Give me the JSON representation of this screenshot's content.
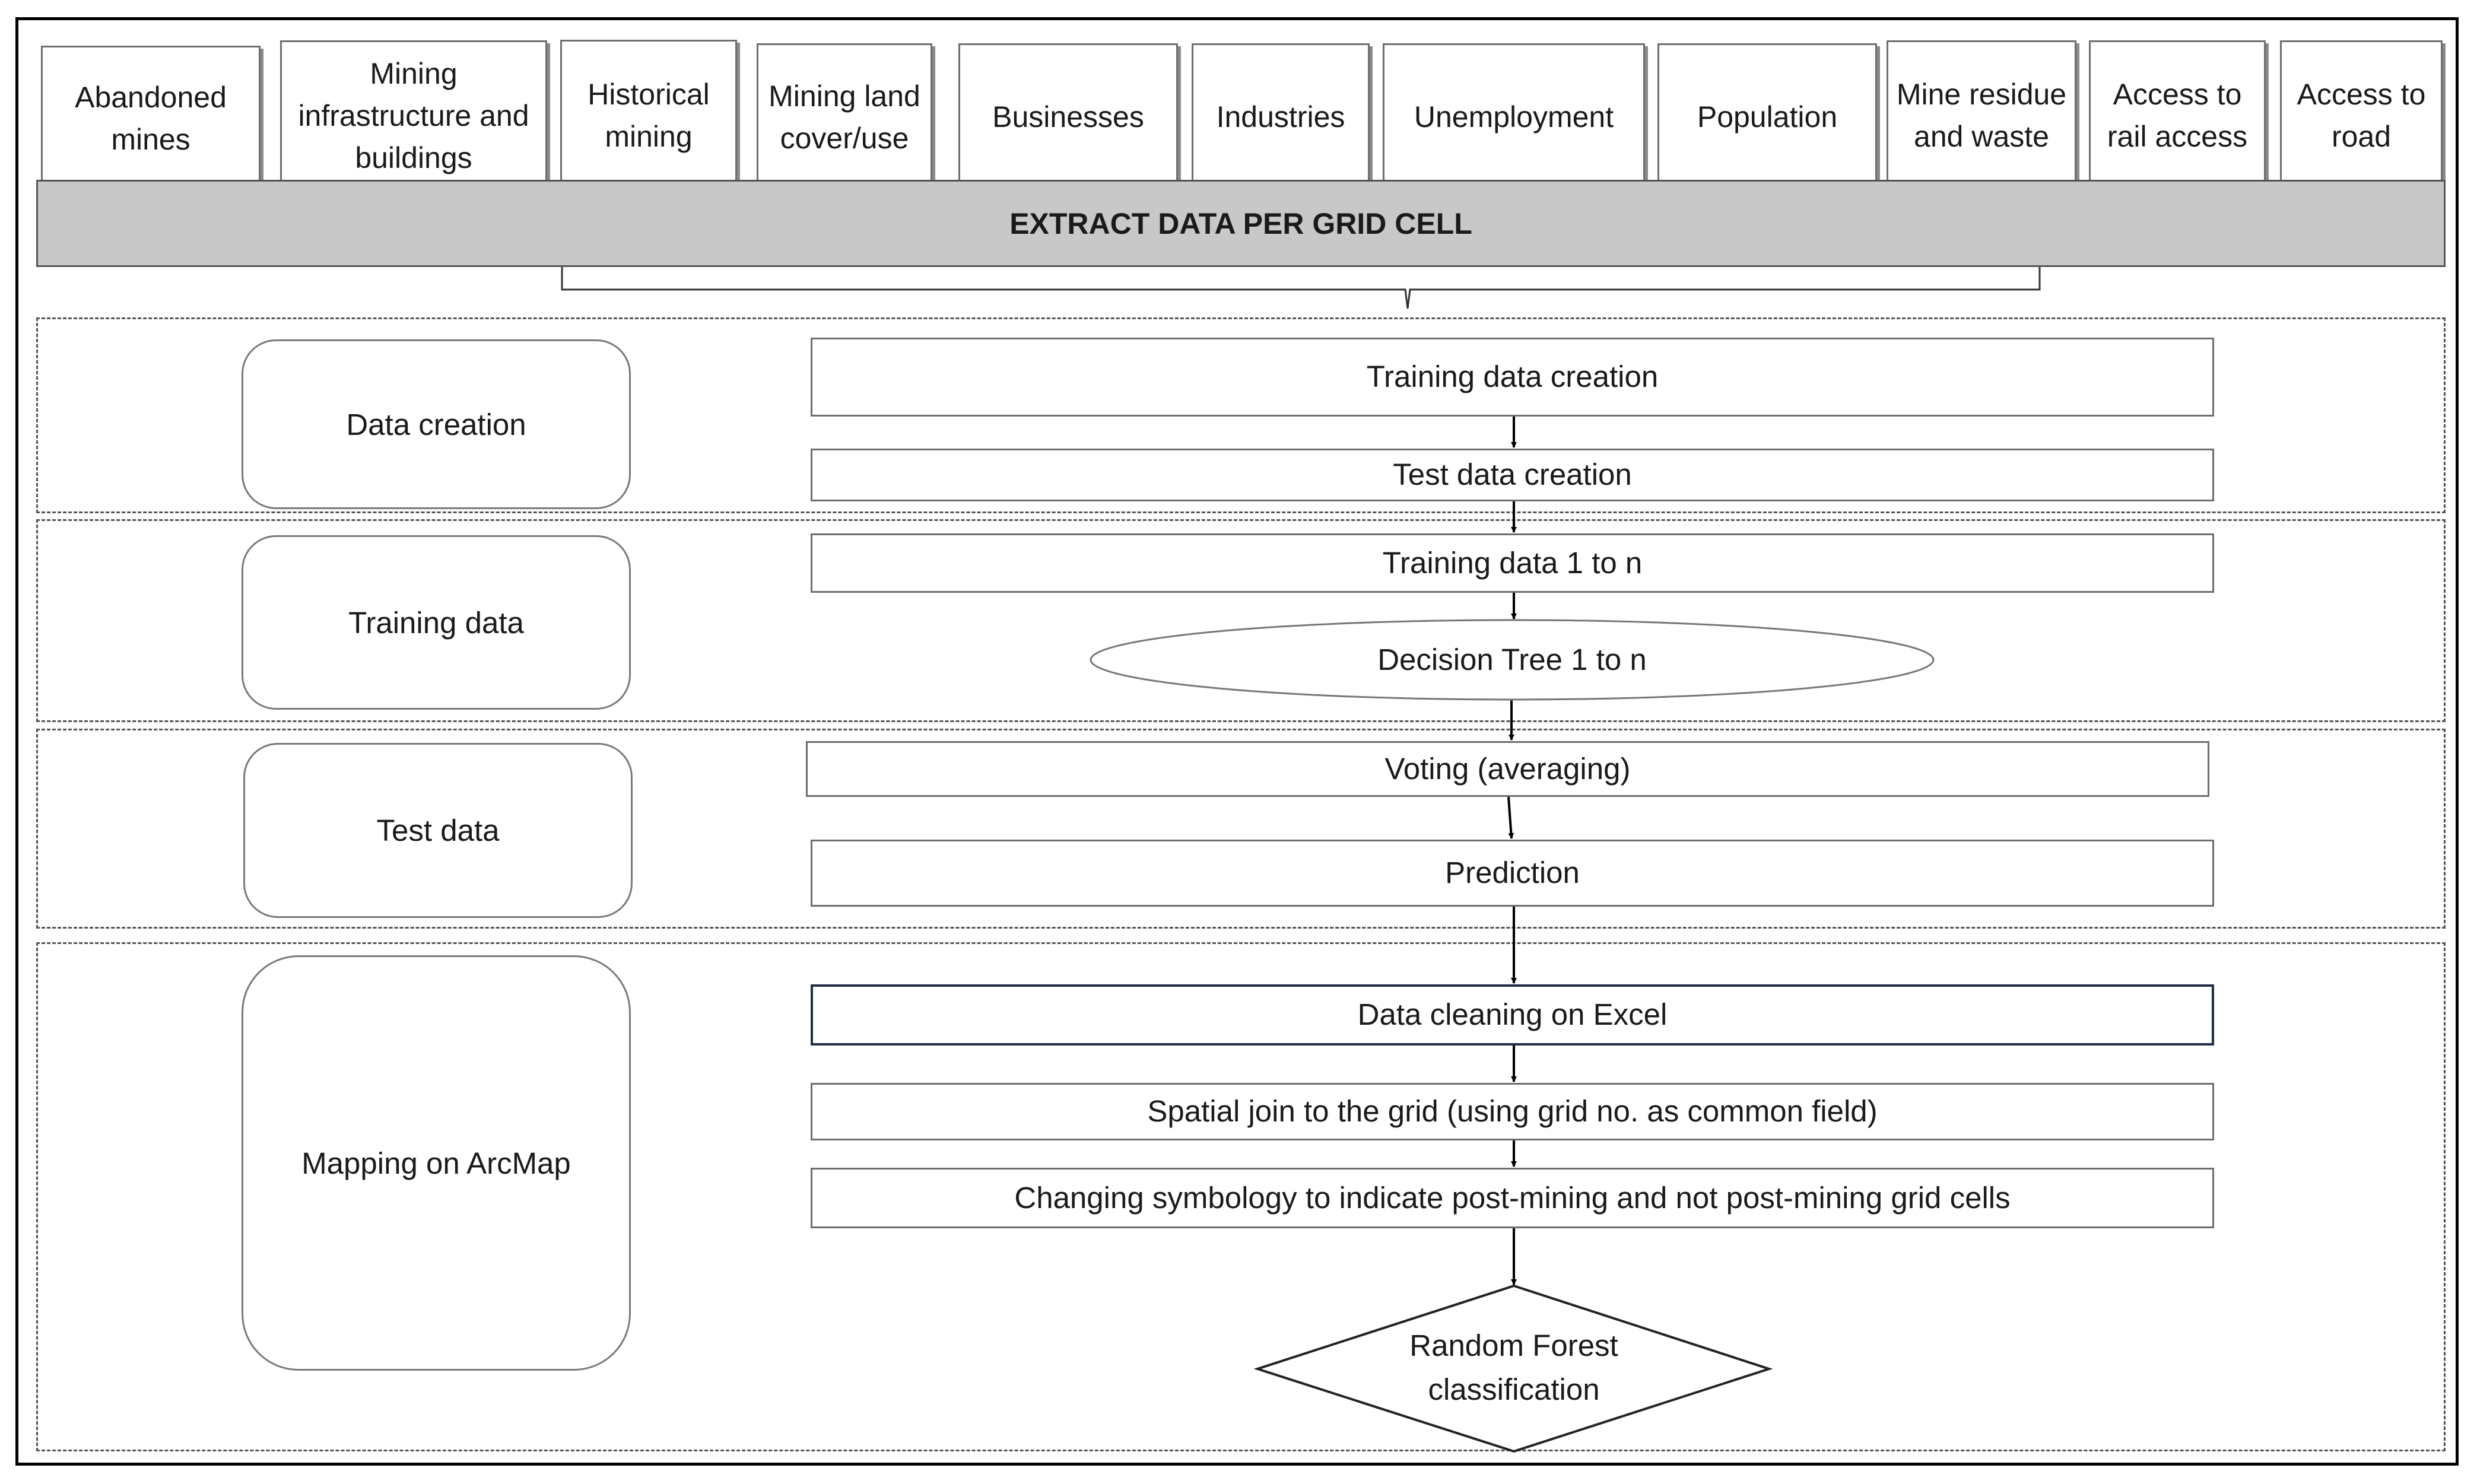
{
  "variables": [
    "Abandoned mines",
    "Mining infrastructure and buildings",
    "Historical mining",
    "Mining land cover/use",
    "Businesses",
    "Industries",
    "Unemployment",
    "Population",
    "Mine residue and waste",
    "Access to rail access",
    "Access to road"
  ],
  "extract_bar": "EXTRACT DATA PER GRID CELL",
  "stages": {
    "data_creation": "Data creation",
    "training_data": "Training data",
    "test_data": "Test data",
    "mapping": "Mapping on ArcMap"
  },
  "steps": {
    "training_data_creation": "Training data creation",
    "test_data_creation": "Test data creation",
    "training_data_1_to_n": "Training data 1 to n",
    "decision_tree": "Decision Tree 1 to n",
    "voting": "Voting (averaging)",
    "prediction": "Prediction",
    "data_cleaning": "Data cleaning on Excel",
    "spatial_join": "Spatial join to the grid (using grid no. as common field)",
    "symbology": "Changing symbology to indicate post-mining and not post-mining grid cells",
    "random_forest": "Random Forest classification"
  }
}
